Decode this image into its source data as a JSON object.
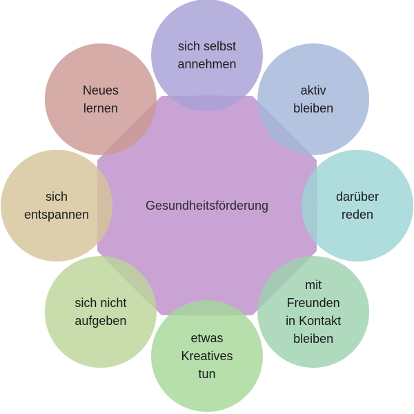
{
  "center": {
    "label": "Gesundheitsförderung",
    "color": "#c9a3d3"
  },
  "nodes": [
    {
      "id": "sich-selbst-annehmen",
      "lines": [
        "sich selbst",
        "annehmen"
      ],
      "color": "#a7a1d6"
    },
    {
      "id": "aktiv-bleiben",
      "lines": [
        "aktiv",
        "bleiben"
      ],
      "color": "#a3b7d9"
    },
    {
      "id": "darueber-reden",
      "lines": [
        "darüber",
        "reden"
      ],
      "color": "#9ed4d4"
    },
    {
      "id": "mit-freunden-in-kontakt-bleiben",
      "lines": [
        "mit",
        "Freunden",
        "in Kontakt",
        "bleiben"
      ],
      "color": "#9fd2b0"
    },
    {
      "id": "etwas-kreatives-tun",
      "lines": [
        "etwas",
        "Kreatives",
        "tun"
      ],
      "color": "#a6d89a"
    },
    {
      "id": "sich-nicht-aufgeben",
      "lines": [
        "sich nicht",
        "aufgeben"
      ],
      "color": "#bcd49a"
    },
    {
      "id": "sich-entspannen",
      "lines": [
        "sich",
        "entspannen"
      ],
      "color": "#d6c59a"
    },
    {
      "id": "neues-lernen",
      "lines": [
        "Neues",
        "lernen"
      ],
      "color": "#cc9a95"
    }
  ]
}
